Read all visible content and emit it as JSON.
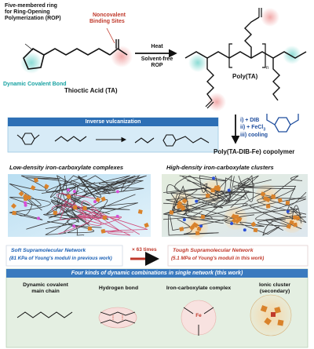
{
  "ta": {
    "ring_label_line1": "Five-membered ring",
    "ring_label_line2": "for Ring-Opening",
    "ring_label_line3": "Polymerization (ROP)",
    "noncovalent_line1": "Noncovalent",
    "noncovalent_line2": "Binding Sites",
    "dynamic_bond": "Dynamic Covalent Bond",
    "name": "Thioctic Acid (TA)"
  },
  "reaction": {
    "heat": "Heat",
    "conditions_line1": "Solvent-free",
    "conditions_line2": "ROP",
    "polymer_name": "Poly(TA)",
    "subscript_n": "n",
    "step1": "i) + DIB",
    "step2": "ii) + FeCl",
    "step2_sub": "3",
    "step3": "iii) cooling",
    "copolymer": "Poly(TA-DIB-Fe) copolymer"
  },
  "vulcanization": {
    "title": "Inverse vulcanization"
  },
  "networks": {
    "low": "Low-density iron-carboxylate complexes",
    "high": "High-density iron-carboxylate clusters"
  },
  "comparison": {
    "soft_line1_a": "Soft",
    "soft_line1_b": " Supramolecular Network",
    "soft_line2": "(81 KPa of Young's moduli in previous work)",
    "times": "× 63 times",
    "tough_line1_a": "Tough",
    "tough_line1_b": " Supramolecular Network",
    "tough_line2": "(5.1 MPa of Young's moduli in this work)"
  },
  "combinations": {
    "title": "Four kinds of dynamic combinations in single network (this work)",
    "items": [
      {
        "label_line1": "Dynamic covalent",
        "label_line2": "main chain"
      },
      {
        "label_line1": "Hydrogen bond",
        "label_line2": ""
      },
      {
        "label_line1": "Iron-carboxylate complex",
        "label_line2": ""
      },
      {
        "label_line1": "Ionic cluster",
        "label_line2": "(secondary)"
      }
    ],
    "fe_label": "Fe"
  },
  "colors": {
    "dynamic_bond": "#17a2a2",
    "noncovalent": "#c0392b",
    "header_blue": "#1f4e9e",
    "soft_blue": "#1a5fb4",
    "tough_red": "#c0392b",
    "network_bg": "#cfe8f5",
    "iron_orange": "#d9822b"
  }
}
